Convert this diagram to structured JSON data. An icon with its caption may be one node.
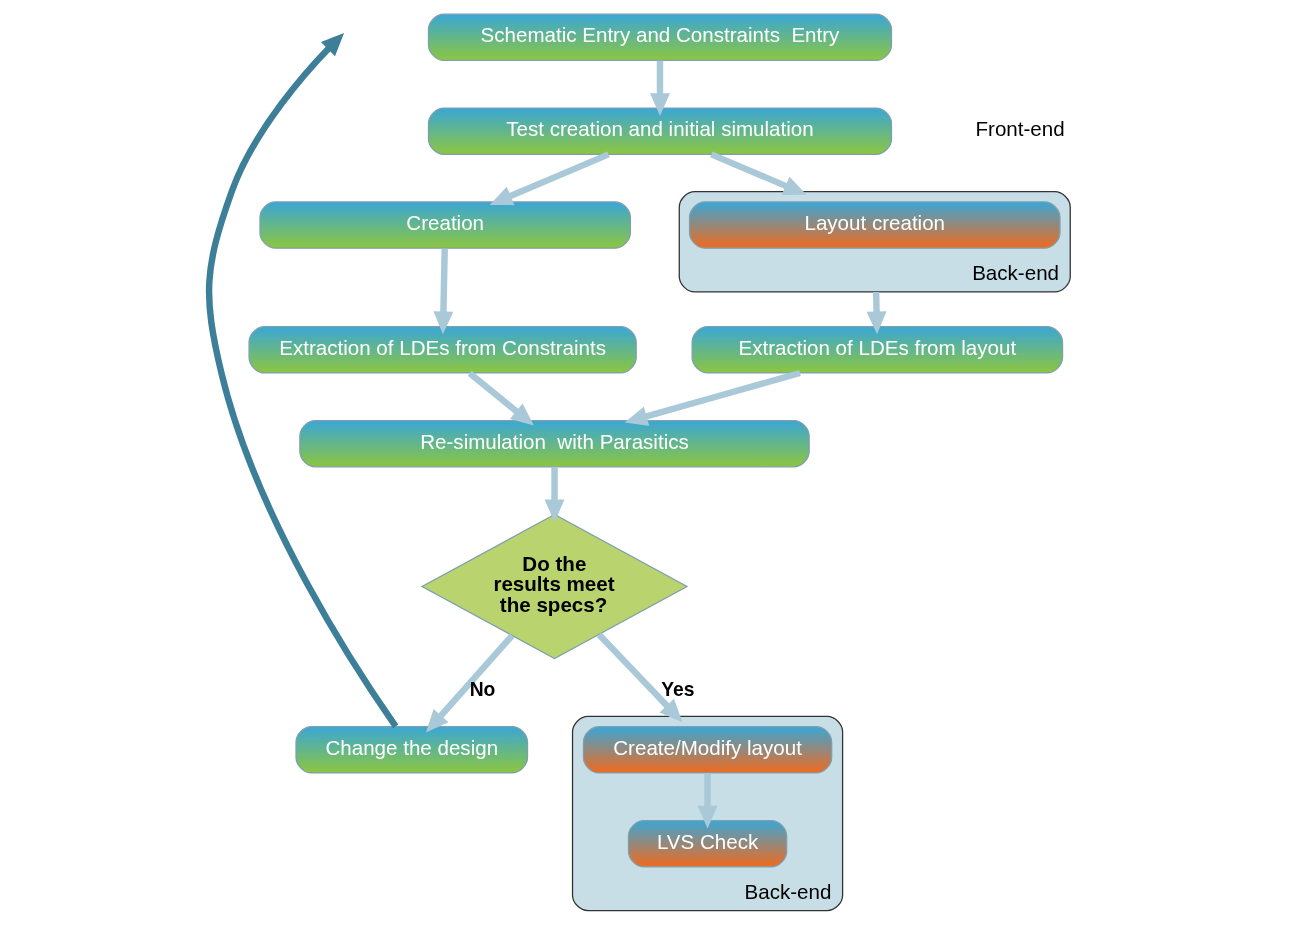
{
  "diagram": {
    "nodes": [
      {
        "text": [
          "Schematic Entry and Constraints  Entry"
        ]
      },
      {
        "text": [
          "Test creation and initial simulation"
        ]
      },
      {
        "text": [
          "Creation"
        ]
      },
      {
        "text": [
          "Extraction of LDEs from Constraints"
        ]
      },
      {
        "text": [
          "Back-end"
        ]
      },
      {
        "text": [
          "Layout creation"
        ],
        "in": 4
      },
      {
        "text": [
          "Extraction of LDEs from layout"
        ]
      },
      {
        "text": [
          "Re-simulation  with Parasitics"
        ]
      },
      {
        "text": [
          "Do the results meet the specs?"
        ]
      },
      {
        "text": [
          "Change the design"
        ]
      },
      {
        "text": [
          "Back-end"
        ]
      },
      {
        "text": [
          "Create/Modify layout"
        ],
        "in": 10
      },
      {
        "text": [
          "LVS Check"
        ],
        "in": 10
      }
    ],
    "edges": [
      {
        "from": 0,
        "to": 1,
        "arrow": "to"
      },
      {
        "from": 1,
        "to": 2,
        "arrow": "to"
      },
      {
        "from": 1,
        "to": 4,
        "arrow": "to"
      },
      {
        "from": 2,
        "to": 3,
        "arrow": "to"
      },
      {
        "from": 4,
        "to": 6,
        "arrow": "to"
      },
      {
        "from": 3,
        "to": 7,
        "arrow": "to"
      },
      {
        "from": 6,
        "to": 7,
        "arrow": "to"
      },
      {
        "from": 7,
        "to": 8,
        "arrow": "to"
      },
      {
        "from": 8,
        "to": 9,
        "label": "No",
        "arrow": "to"
      },
      {
        "from": 8,
        "to": 10,
        "label": "Yes",
        "arrow": "to"
      },
      {
        "from": 11,
        "to": 12,
        "arrow": "to"
      },
      {
        "from": 9,
        "to": null,
        "arrow": "to",
        "color": "#3d7f99"
      }
    ],
    "labels": [
      "Front-end"
    ]
  }
}
